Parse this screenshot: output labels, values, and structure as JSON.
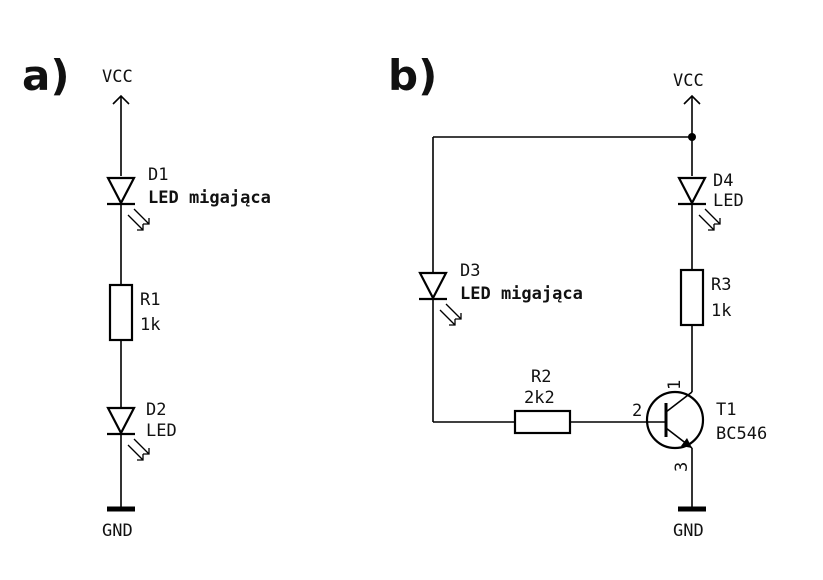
{
  "circuit_a": {
    "label": "a)",
    "vcc": "VCC",
    "gnd": "GND",
    "d1": {
      "ref": "D1",
      "value": "LED migająca"
    },
    "r1": {
      "ref": "R1",
      "value": "1k"
    },
    "d2": {
      "ref": "D2",
      "value": "LED"
    }
  },
  "circuit_b": {
    "label": "b)",
    "vcc": "VCC",
    "gnd": "GND",
    "d3": {
      "ref": "D3",
      "value": "LED migająca"
    },
    "d4": {
      "ref": "D4",
      "value": "LED"
    },
    "r2": {
      "ref": "R2",
      "value": "2k2"
    },
    "r3": {
      "ref": "R3",
      "value": "1k"
    },
    "t1": {
      "ref": "T1",
      "value": "BC546",
      "pin_collector": "1",
      "pin_base": "2",
      "pin_emitter": "3"
    }
  }
}
